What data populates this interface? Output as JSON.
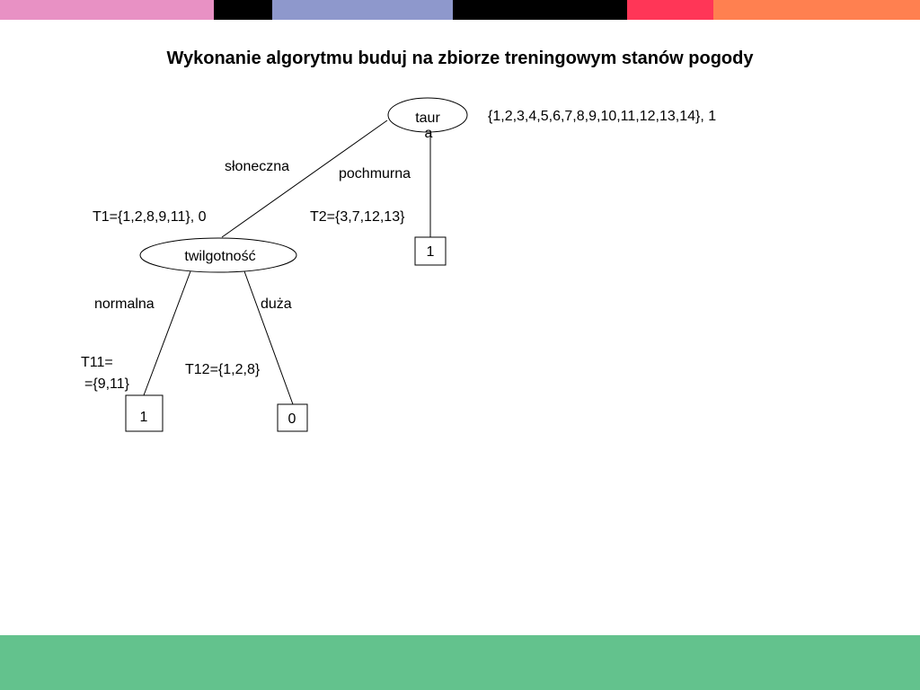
{
  "title": "Wykonanie algorytmu buduj na zbiorze treningowym stanów pogody",
  "colors": {
    "background": "#ffffff",
    "bottom_bar": "#63c28d",
    "top_bar": [
      "#e891c4",
      "#000000",
      "#8e98cc",
      "#000000",
      "#ff3657",
      "#ff8050"
    ]
  },
  "tree": {
    "root": {
      "label_line1": "taur",
      "label_line2": "a",
      "set": "{1,2,3,4,5,6,7,8,9,10,11,12,13,14},  1"
    },
    "branches": {
      "sloneczna": "słoneczna",
      "pochmurna": "pochmurna",
      "normalna": "normalna",
      "duza": "duża"
    },
    "sets": {
      "t1": "T1={1,2,8,9,11},  0",
      "t2": "T2={3,7,12,13}",
      "t11_line1": "T11=",
      "t11_line2": "={9,11}",
      "t12": "T12={1,2,8}"
    },
    "nodes": {
      "twilgotnosc": "twilgotność"
    },
    "leaves": {
      "pochmurna": "1",
      "normalna": "1",
      "duza": "0"
    }
  }
}
